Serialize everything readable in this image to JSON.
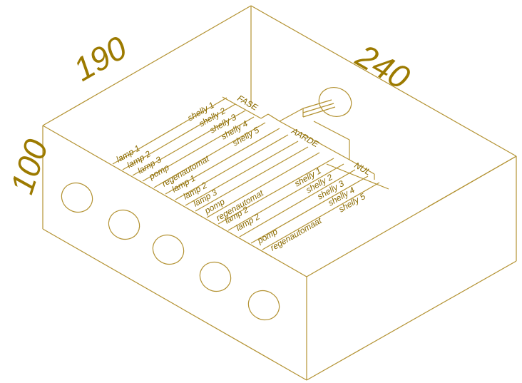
{
  "dimensions": {
    "depth": "190",
    "width": "240",
    "height": "100"
  },
  "rails": {
    "fase": "FASE",
    "aarde": "AARDE",
    "nul": "NUL"
  },
  "fase_group": {
    "left": [
      "lamp 1",
      "lamp 2",
      "lamp 3",
      "pomp",
      "regenautomat"
    ],
    "right": [
      "shelly 1",
      "shelly 2",
      "shelly 3",
      "shelly 4",
      "shelly 5"
    ]
  },
  "middle_group": [
    "lamp 1",
    "lamp 2",
    "lamp 3",
    "pomp",
    "regenautomat"
  ],
  "nul_group": {
    "left": [
      "lamp 2",
      "lamp 2",
      "pomp",
      "regenautomaat"
    ],
    "right": [
      "shelly 1",
      "shelly 2",
      "shelly 3",
      "shelly 4",
      "shelly 5"
    ]
  },
  "colors": {
    "line": "#b39232",
    "text": "#8a6a00",
    "dimension_text": "#9c7a00"
  }
}
